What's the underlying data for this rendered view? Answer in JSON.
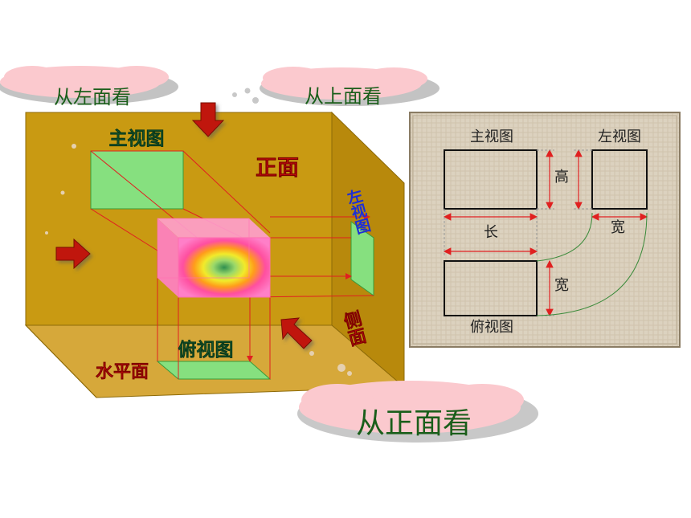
{
  "clouds": {
    "left": "从左面看",
    "top": "从上面看",
    "front": "从正面看"
  },
  "box_labels": {
    "front_view": "主视图",
    "front_plane": "正面",
    "side_view": "左视图",
    "side_plane": "侧面",
    "top_view": "俯视图",
    "horizontal_plane": "水平面"
  },
  "panel": {
    "front_view": "主视图",
    "left_view": "左视图",
    "top_view": "俯视图",
    "length": "长",
    "height": "高",
    "width_top": "宽",
    "width_side": "宽"
  },
  "colors": {
    "box": "#c99a12",
    "box_side": "#b8890c",
    "projection_green": "#86e07f",
    "line_red": "#e02020",
    "arrow_red": "#c0190f",
    "cloud_pink": "#fbc9ce"
  }
}
